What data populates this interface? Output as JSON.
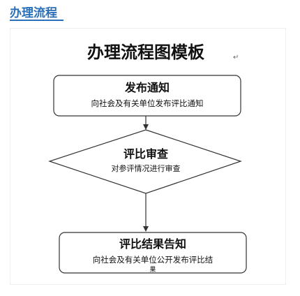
{
  "section": {
    "title": "办理流程"
  },
  "diagram": {
    "title": "办理流程图模板",
    "steps": [
      {
        "title": "发布通知",
        "desc": "向社会及有关单位发布评比通知"
      },
      {
        "title": "评比审查",
        "desc": "对参评情况进行审查"
      },
      {
        "title": "评比结果告知",
        "desc": "向社会及有关单位公开发布评比结",
        "desc_overflow": "果"
      }
    ],
    "paragraph_mark": "↵",
    "colors": {
      "stroke": "#333333",
      "text": "#111111",
      "accent": "#2a6fb8"
    }
  }
}
